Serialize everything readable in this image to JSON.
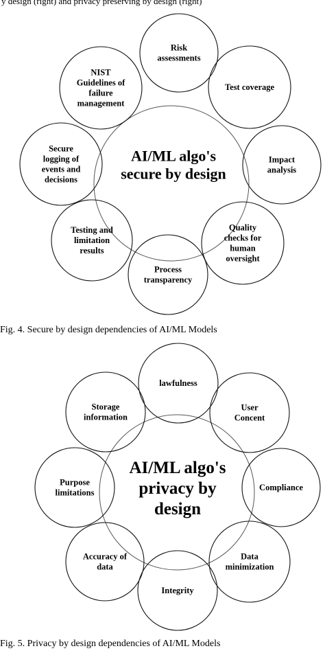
{
  "page_top_text": "y design (right) and privacy preserving by design (right)",
  "figure4": {
    "center_lines": [
      "AI/ML algo's",
      "secure by design"
    ],
    "nodes": [
      {
        "name": "risk-assessments",
        "lines": [
          "Risk",
          "assessments"
        ]
      },
      {
        "name": "test-coverage",
        "lines": [
          "Test coverage"
        ]
      },
      {
        "name": "impact-analysis",
        "lines": [
          "Impact",
          "analysis"
        ]
      },
      {
        "name": "quality-checks",
        "lines": [
          "Quality",
          "checks for",
          "human",
          "oversight"
        ]
      },
      {
        "name": "process-transparency",
        "lines": [
          "Process",
          "transparency"
        ]
      },
      {
        "name": "testing-limitation",
        "lines": [
          "Testing and",
          "limitation",
          "results"
        ]
      },
      {
        "name": "secure-logging",
        "lines": [
          "Secure",
          "logging of",
          "events and",
          "decisions"
        ]
      },
      {
        "name": "nist-guidelines",
        "lines": [
          "NIST",
          "Guidelines of",
          "failure",
          "management"
        ]
      }
    ],
    "caption": "Fig. 4.   Secure by design dependencies of AI/ML Models"
  },
  "figure5": {
    "center_lines": [
      "AI/ML algo's",
      "privacy by",
      "design"
    ],
    "nodes": [
      {
        "name": "lawfulness",
        "lines": [
          "lawfulness"
        ]
      },
      {
        "name": "user-concent",
        "lines": [
          "User",
          "Concent"
        ]
      },
      {
        "name": "compliance",
        "lines": [
          "Compliance"
        ]
      },
      {
        "name": "data-minimization",
        "lines": [
          "Data",
          "minimization"
        ]
      },
      {
        "name": "integrity",
        "lines": [
          "Integrity"
        ]
      },
      {
        "name": "accuracy-of-data",
        "lines": [
          "Accuracy of",
          "data"
        ]
      },
      {
        "name": "purpose-limitations",
        "lines": [
          "Purpose",
          "limitations"
        ]
      },
      {
        "name": "storage-information",
        "lines": [
          "Storage",
          "information"
        ]
      }
    ],
    "caption": "Fig. 5.   Privacy by design dependencies of AI/ML Models"
  }
}
